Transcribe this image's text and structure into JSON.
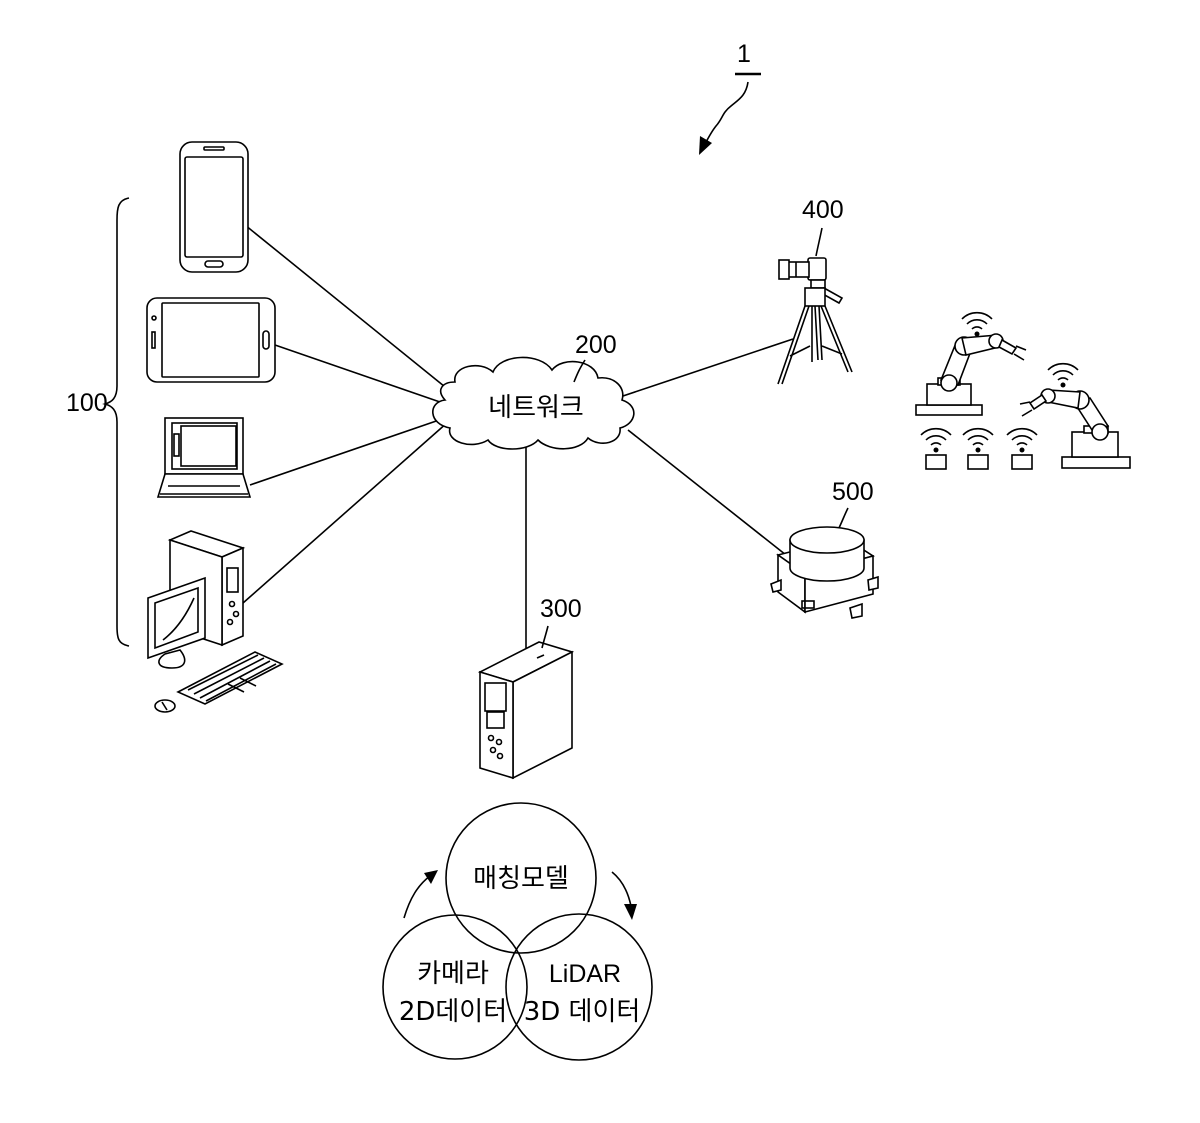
{
  "figure": {
    "system_ref": "1",
    "group_ref": "100",
    "network": {
      "ref": "200",
      "label": "네트워크"
    },
    "server_ref": "300",
    "camera_ref": "400",
    "lidar_ref": "500",
    "venn": {
      "top": "매칭모델",
      "left_line1": "카메라",
      "left_line2": "2D데이터",
      "right_line1": "LiDAR",
      "right_line2": "3D 데이터"
    }
  },
  "icons": [
    "smartphone-icon",
    "tablet-icon",
    "laptop-icon",
    "desktop-pc-icon",
    "server-tower-icon",
    "tripod-camera-icon",
    "lidar-sensor-icon",
    "robot-arm-icon",
    "wifi-icon"
  ]
}
